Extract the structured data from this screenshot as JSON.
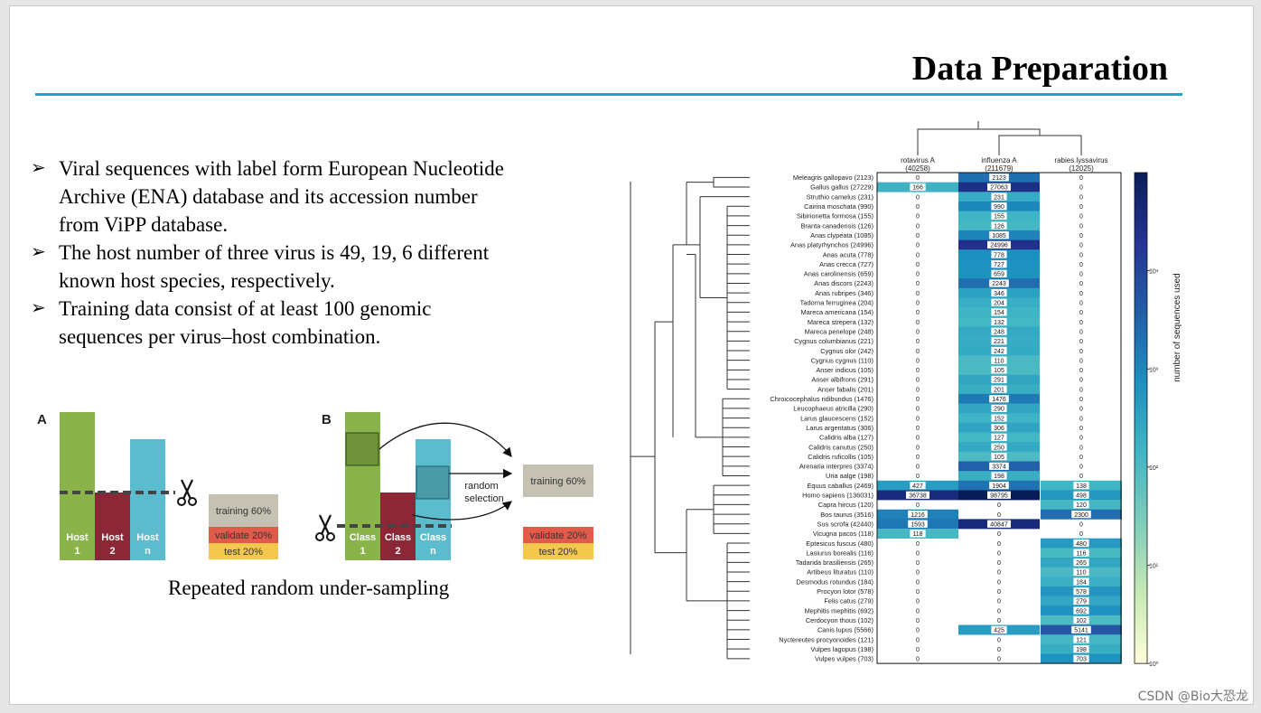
{
  "slide": {
    "title": "Data Preparation",
    "bullets": [
      "Viral sequences with label form European Nucleotide Archive (ENA) database and its accession number from ViPP database.",
      "The host number of three virus is 49, 19, 6 different known host species, respectively.",
      "Training data consist of at least 100 genomic sequences per virus–host combination."
    ],
    "bullet_lines": [
      [
        "Viral sequences with label form European Nucleotide",
        "Archive (ENA) database and its accession number",
        "from ViPP database."
      ],
      [
        "The host number of three virus is 49, 19, 6 different",
        "known host species, respectively."
      ],
      [
        "Training data consist of at least 100 genomic",
        "sequences per virus–host combination."
      ]
    ],
    "caption": "Repeated random under-sampling",
    "watermark": "CSDN @Bio大恐龙"
  },
  "diagram": {
    "panel_a_label": "A",
    "panel_b_label": "B",
    "host_bars": [
      {
        "line1": "Host",
        "line2": "1",
        "color": "#8ab44a"
      },
      {
        "line1": "Host",
        "line2": "2",
        "color": "#8b2737"
      },
      {
        "line1": "Host",
        "line2": "n",
        "color": "#5bbccd"
      }
    ],
    "class_bars": [
      {
        "line1": "Class",
        "line2": "1",
        "color": "#8ab44a"
      },
      {
        "line1": "Class",
        "line2": "2",
        "color": "#8b2737"
      },
      {
        "line1": "Class",
        "line2": "n",
        "color": "#5bbccd"
      }
    ],
    "split_labels": {
      "training": "training 60%",
      "validate": "validate 20%",
      "test": "test 20%"
    },
    "split_colors": {
      "training": "#c5c2b4",
      "validate": "#e25b4a",
      "test": "#f2c94c"
    },
    "random_selection": [
      "random",
      "selection"
    ],
    "scissors_icon": "scissors-icon"
  },
  "chart_data": {
    "type": "heatmap",
    "columns": [
      {
        "name": "rotavirus A",
        "count": "(40258)"
      },
      {
        "name": "influenza A",
        "count": "(211679)"
      },
      {
        "name": "rabies lyssavirus",
        "count": "(12025)"
      }
    ],
    "rows": [
      {
        "host": "Meleagris gallopavo (2123)",
        "values": [
          0,
          2123,
          0
        ]
      },
      {
        "host": "Gallus gallus (27229)",
        "values": [
          166,
          27063,
          0
        ]
      },
      {
        "host": "Struthio camelus (231)",
        "values": [
          0,
          231,
          0
        ]
      },
      {
        "host": "Cairina moschata (990)",
        "values": [
          0,
          990,
          0
        ]
      },
      {
        "host": "Sibirionetta formosa (155)",
        "values": [
          0,
          155,
          0
        ]
      },
      {
        "host": "Branta canadensis (126)",
        "values": [
          0,
          126,
          0
        ]
      },
      {
        "host": "Anas clypeata (1085)",
        "values": [
          0,
          1085,
          0
        ]
      },
      {
        "host": "Anas platyrhynchos (24996)",
        "values": [
          0,
          24996,
          0
        ]
      },
      {
        "host": "Anas acuta (778)",
        "values": [
          0,
          778,
          0
        ]
      },
      {
        "host": "Anas crecca (727)",
        "values": [
          0,
          727,
          0
        ]
      },
      {
        "host": "Anas carolinensis (659)",
        "values": [
          0,
          659,
          0
        ]
      },
      {
        "host": "Anas discors (2243)",
        "values": [
          0,
          2243,
          0
        ]
      },
      {
        "host": "Anas rubripes (346)",
        "values": [
          0,
          346,
          0
        ]
      },
      {
        "host": "Tadorna ferruginea (204)",
        "values": [
          0,
          204,
          0
        ]
      },
      {
        "host": "Mareca americana (154)",
        "values": [
          0,
          154,
          0
        ]
      },
      {
        "host": "Mareca strepera (132)",
        "values": [
          0,
          132,
          0
        ]
      },
      {
        "host": "Mareca penelope (248)",
        "values": [
          0,
          248,
          0
        ]
      },
      {
        "host": "Cygnus columbianus (221)",
        "values": [
          0,
          221,
          0
        ]
      },
      {
        "host": "Cygnus olor (242)",
        "values": [
          0,
          242,
          0
        ]
      },
      {
        "host": "Cygnus cygnus (110)",
        "values": [
          0,
          110,
          0
        ]
      },
      {
        "host": "Anser indicus (105)",
        "values": [
          0,
          105,
          0
        ]
      },
      {
        "host": "Anser albifrons (291)",
        "values": [
          0,
          291,
          0
        ]
      },
      {
        "host": "Anser fabalis (201)",
        "values": [
          0,
          201,
          0
        ]
      },
      {
        "host": "Chroicocephalus ridibundus (1476)",
        "values": [
          0,
          1476,
          0
        ]
      },
      {
        "host": "Leucophaeus atricilla (290)",
        "values": [
          0,
          290,
          0
        ]
      },
      {
        "host": "Larus glaucescens (152)",
        "values": [
          0,
          152,
          0
        ]
      },
      {
        "host": "Larus argentatus (306)",
        "values": [
          0,
          306,
          0
        ]
      },
      {
        "host": "Calidris alba (127)",
        "values": [
          0,
          127,
          0
        ]
      },
      {
        "host": "Calidris canutus (250)",
        "values": [
          0,
          250,
          0
        ]
      },
      {
        "host": "Calidris ruficollis (105)",
        "values": [
          0,
          105,
          0
        ]
      },
      {
        "host": "Arenaria interpres (3374)",
        "values": [
          0,
          3374,
          0
        ]
      },
      {
        "host": "Uria aalge (198)",
        "values": [
          0,
          198,
          0
        ]
      },
      {
        "host": "Equus caballus (2469)",
        "values": [
          427,
          1904,
          138
        ]
      },
      {
        "host": "Homo sapiens (136031)",
        "values": [
          36738,
          98795,
          498
        ]
      },
      {
        "host": "Capra hircus (120)",
        "values": [
          0,
          0,
          120
        ]
      },
      {
        "host": "Bos taurus (3516)",
        "values": [
          1216,
          0,
          2300
        ]
      },
      {
        "host": "Sus scrofa (42440)",
        "values": [
          1593,
          40847,
          0
        ]
      },
      {
        "host": "Vicugna pacos (118)",
        "values": [
          118,
          0,
          0
        ]
      },
      {
        "host": "Eptesicus fuscus (480)",
        "values": [
          0,
          0,
          480
        ]
      },
      {
        "host": "Lasiurus borealis (116)",
        "values": [
          0,
          0,
          116
        ]
      },
      {
        "host": "Tadarida brasiliensis (265)",
        "values": [
          0,
          0,
          265
        ]
      },
      {
        "host": "Artibeus lituratus (110)",
        "values": [
          0,
          0,
          110
        ]
      },
      {
        "host": "Desmodus rotundus (184)",
        "values": [
          0,
          0,
          184
        ]
      },
      {
        "host": "Procyon lotor (578)",
        "values": [
          0,
          0,
          578
        ]
      },
      {
        "host": "Felis catus (279)",
        "values": [
          0,
          0,
          279
        ]
      },
      {
        "host": "Mephitis mephitis (692)",
        "values": [
          0,
          0,
          692
        ]
      },
      {
        "host": "Cerdocyon thous (102)",
        "values": [
          0,
          0,
          102
        ]
      },
      {
        "host": "Canis lupus (5566)",
        "values": [
          0,
          425,
          5141
        ]
      },
      {
        "host": "Nyctereutes procyonoides (121)",
        "values": [
          0,
          0,
          121
        ]
      },
      {
        "host": "Vulpes lagopus (198)",
        "values": [
          0,
          0,
          198
        ]
      },
      {
        "host": "Vulpes vulpes (703)",
        "values": [
          0,
          0,
          703
        ]
      }
    ],
    "colorbar": {
      "label": "number of sequences used",
      "scale": "log",
      "range": [
        1,
        100000
      ],
      "ticks": [
        "10⁰",
        "10¹",
        "10²",
        "10³",
        "10⁴"
      ],
      "colors": [
        "#ffffd9",
        "#c7e9b4",
        "#7fcdbb",
        "#41b6c4",
        "#1d91c0",
        "#225ea8",
        "#253494",
        "#081d58"
      ]
    },
    "legend_position": "right",
    "dendrogram": "host-dendrogram"
  }
}
